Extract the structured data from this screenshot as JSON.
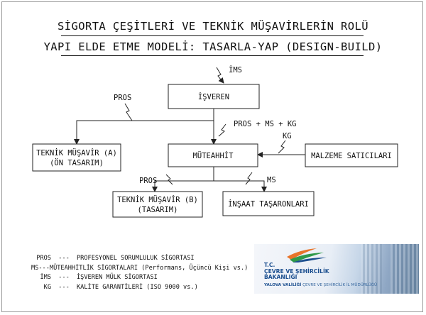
{
  "title": {
    "line1": "SİGORTA ÇEŞİTLERİ VE TEKNİK MÜŞAVİRLERİN ROLÜ",
    "line2": "YAPI ELDE ETME MODELİ: TASARLA-YAP (DESIGN-BUILD)"
  },
  "nodes": {
    "isveren": "İŞVEREN",
    "muteahhit": "MÜTEAHHİT",
    "teknik_a_line1": "TEKNİK MÜŞAVİR (A)",
    "teknik_a_line2": "(ÖN TASARIM)",
    "teknik_b_line1": "TEKNİK MÜŞAVİR (B)",
    "teknik_b_line2": "(TASARIM)",
    "taseronlar": "İNŞAAT TAŞARONLARI",
    "malzeme": "MALZEME SATICILARI"
  },
  "edge_labels": {
    "ims_to_isveren": "İMS",
    "pros_isveren_to_a": "PROS",
    "pros_ms_kg": "PROS + MS + KG",
    "kg_malzeme": "KG",
    "pros_muteahhit_to_b": "PROS",
    "ms_taseronlar": "MS"
  },
  "legend": [
    {
      "abbr": "PROS",
      "sep": "---",
      "text": "PROFESYONEL SORUMLULUK SİGORTASI"
    },
    {
      "abbr": "MS",
      "sep": "---",
      "text": "MÜTEAHHİTLİK SİGORTALARI (Performans, Üçüncü Kişi vs.)"
    },
    {
      "abbr": "İMS",
      "sep": "---",
      "text": "İŞVEREN MÜLK SİGORTASI"
    },
    {
      "abbr": "KG",
      "sep": "---",
      "text": "KALİTE GARANTİLERİ (ISO 9000 vs.)"
    }
  ],
  "logo": {
    "line1": "T.C.",
    "line2": "ÇEVRE VE ŞEHİRCİLİK",
    "line3": "BAKANLIĞI",
    "sub_a": "YALOVA VALİLİĞİ",
    "sub_b": "ÇEVRE VE ŞEHİRCİLİK İL MÜDÜRLÜĞÜ",
    "colors": {
      "orange": "#e8742a",
      "green": "#2f9a4a",
      "blue": "#1c4f8f"
    }
  }
}
